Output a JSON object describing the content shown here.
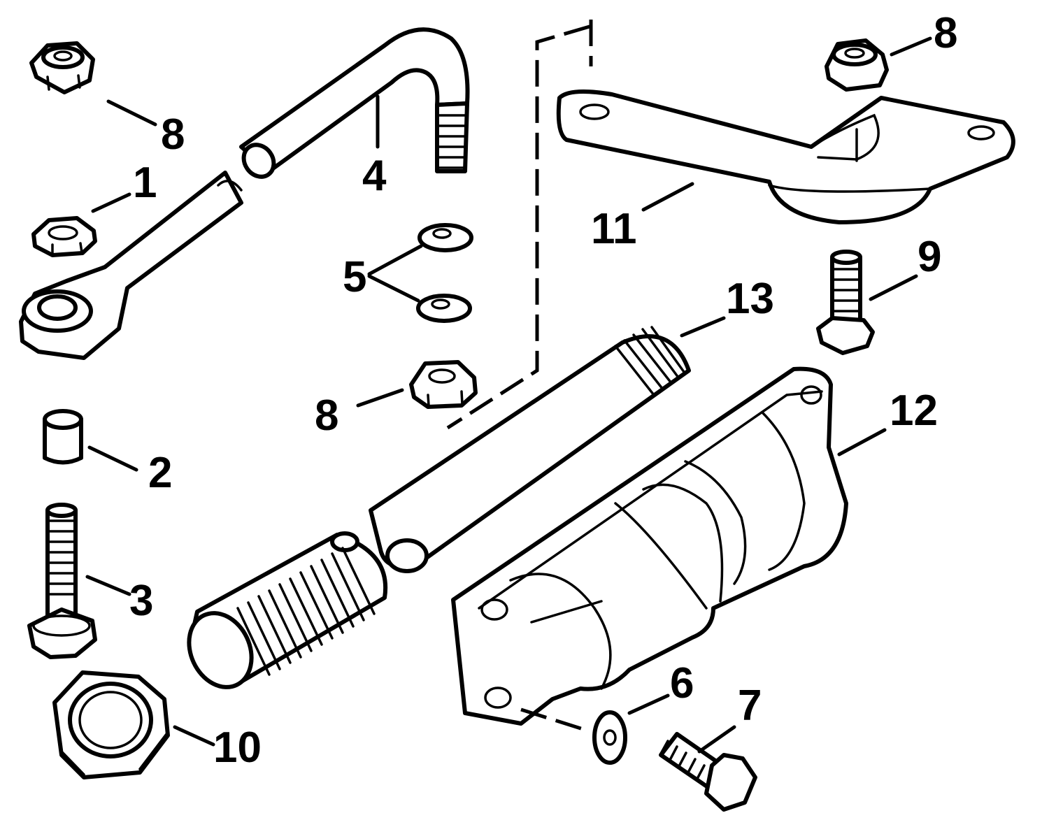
{
  "callouts": {
    "c1": "1",
    "c2": "2",
    "c3": "3",
    "c4": "4",
    "c5": "5",
    "c6": "6",
    "c7": "7",
    "c8a": "8",
    "c8b": "8",
    "c8c": "8",
    "c9": "9",
    "c10": "10",
    "c11": "11",
    "c12": "12",
    "c13": "13"
  }
}
